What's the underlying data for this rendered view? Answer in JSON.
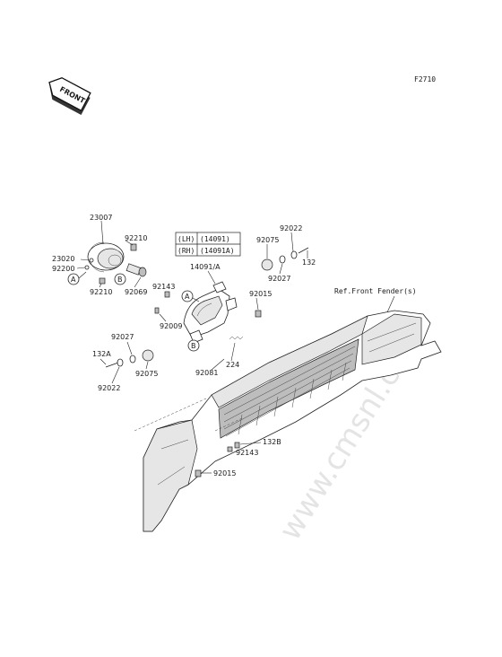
{
  "figure_code": "F2710",
  "front_badge": "FRONT",
  "watermark": "www.cmsnl.com",
  "ref_note": "Ref.Front Fender(s)",
  "table": {
    "rows": [
      {
        "side": "(LH)",
        "part": "(14091)"
      },
      {
        "side": "(RH)",
        "part": "(14091A)"
      }
    ]
  },
  "callouts": {
    "A": "A",
    "B": "B"
  },
  "labels": {
    "p23007": "23007",
    "p92210_top": "92210",
    "p23020": "23020",
    "p92200": "92200",
    "p92210_bot": "92210",
    "p92069": "92069",
    "p92143_top": "92143",
    "p92009": "92009",
    "p14091A": "14091/A",
    "p92015_top": "92015",
    "p92075_top": "92075",
    "p92022_top": "92022",
    "p92027_top": "92027",
    "p132": "132",
    "p92027_left": "92027",
    "p132A": "132A",
    "p92022_left": "92022",
    "p92075_left": "92075",
    "p92081": "92081",
    "p224": "224",
    "p132B": "132B",
    "p92143_bot": "92143",
    "p92015_bot": "92015"
  }
}
